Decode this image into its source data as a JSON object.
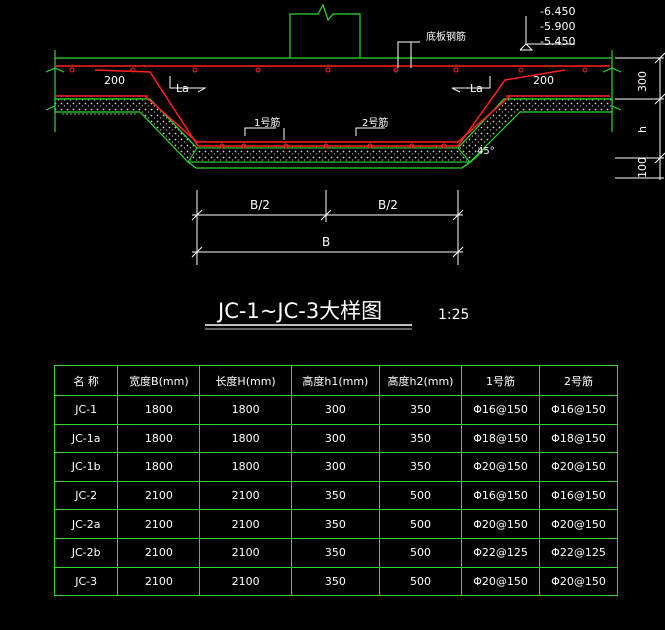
{
  "elevations": [
    "-6.450",
    "-5.900",
    "-5.450"
  ],
  "labels": {
    "bottom_rebar": "底板钢筋",
    "rebar_1": "1号筋",
    "rebar_2": "2号筋",
    "len_left": "200",
    "len_right": "200",
    "la_left": "La",
    "la_right": "La",
    "angle": "45°"
  },
  "dims": {
    "half_b_left": "B/2",
    "half_b_right": "B/2",
    "b": "B",
    "v_300": "300",
    "v_h": "h",
    "v_100": "100"
  },
  "title": "JC-1~JC-3大样图",
  "scale": "1:25",
  "table": {
    "headers": [
      "名 称",
      "宽度B(mm)",
      "长度H(mm)",
      "高度h1(mm)",
      "高度h2(mm)",
      "1号筋",
      "2号筋"
    ],
    "rows": [
      [
        "JC-1",
        "1800",
        "1800",
        "300",
        "350",
        "Φ16@150",
        "Φ16@150"
      ],
      [
        "JC-1a",
        "1800",
        "1800",
        "300",
        "350",
        "Φ18@150",
        "Φ18@150"
      ],
      [
        "JC-1b",
        "1800",
        "1800",
        "300",
        "350",
        "Φ20@150",
        "Φ20@150"
      ],
      [
        "JC-2",
        "2100",
        "2100",
        "350",
        "500",
        "Φ16@150",
        "Φ16@150"
      ],
      [
        "JC-2a",
        "2100",
        "2100",
        "350",
        "500",
        "Φ20@150",
        "Φ20@150"
      ],
      [
        "JC-2b",
        "2100",
        "2100",
        "350",
        "500",
        "Φ22@125",
        "Φ22@125"
      ],
      [
        "JC-3",
        "2100",
        "2100",
        "350",
        "500",
        "Φ20@150",
        "Φ20@150"
      ]
    ]
  },
  "colors": {
    "outline": "#2fd62f",
    "rebar": "#ff2020",
    "text": "#ffffff",
    "background": "#000000"
  }
}
